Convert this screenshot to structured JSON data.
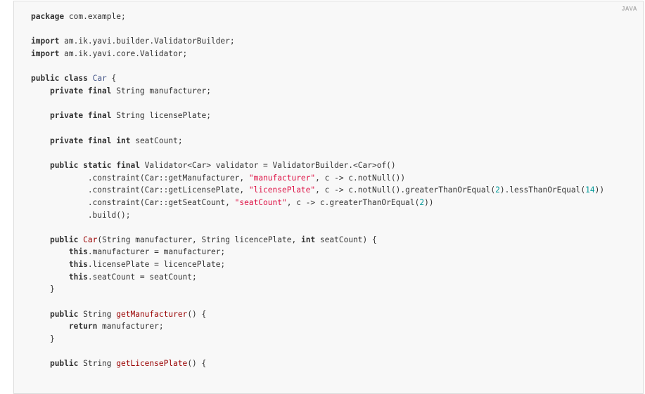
{
  "language_label": "JAVA",
  "colors": {
    "keyword": "#333333",
    "class": "#445588",
    "method": "#990000",
    "string": "#dd1144",
    "number": "#009999",
    "background": "#f8f8f8"
  },
  "code_lines": [
    [
      [
        "kw",
        "package"
      ],
      [
        "t",
        " com.example;"
      ]
    ],
    [],
    [
      [
        "kw",
        "import"
      ],
      [
        "t",
        " am.ik.yavi.builder.ValidatorBuilder;"
      ]
    ],
    [
      [
        "kw",
        "import"
      ],
      [
        "t",
        " am.ik.yavi.core.Validator;"
      ]
    ],
    [],
    [
      [
        "kw",
        "public class"
      ],
      [
        "t",
        " "
      ],
      [
        "cls",
        "Car"
      ],
      [
        "t",
        " {"
      ]
    ],
    [
      [
        "t",
        "    "
      ],
      [
        "kw",
        "private final"
      ],
      [
        "t",
        " String manufacturer;"
      ]
    ],
    [],
    [
      [
        "t",
        "    "
      ],
      [
        "kw",
        "private final"
      ],
      [
        "t",
        " String licensePlate;"
      ]
    ],
    [],
    [
      [
        "t",
        "    "
      ],
      [
        "kw",
        "private final int"
      ],
      [
        "t",
        " seatCount;"
      ]
    ],
    [],
    [
      [
        "t",
        "    "
      ],
      [
        "kw",
        "public static final"
      ],
      [
        "t",
        " Validator<Car> validator = ValidatorBuilder.<Car>of()"
      ]
    ],
    [
      [
        "t",
        "            .constraint(Car::getManufacturer, "
      ],
      [
        "str",
        "\"manufacturer\""
      ],
      [
        "t",
        ", c -> c.notNull())"
      ]
    ],
    [
      [
        "t",
        "            .constraint(Car::getLicensePlate, "
      ],
      [
        "str",
        "\"licensePlate\""
      ],
      [
        "t",
        ", c -> c.notNull().greaterThanOrEqual("
      ],
      [
        "num",
        "2"
      ],
      [
        "t",
        ").lessThanOrEqual("
      ],
      [
        "num",
        "14"
      ],
      [
        "t",
        "))"
      ]
    ],
    [
      [
        "t",
        "            .constraint(Car::getSeatCount, "
      ],
      [
        "str",
        "\"seatCount\""
      ],
      [
        "t",
        ", c -> c.greaterThanOrEqual("
      ],
      [
        "num",
        "2"
      ],
      [
        "t",
        "))"
      ]
    ],
    [
      [
        "t",
        "            .build();"
      ]
    ],
    [],
    [
      [
        "t",
        "    "
      ],
      [
        "kw",
        "public"
      ],
      [
        "t",
        " "
      ],
      [
        "fn",
        "Car"
      ],
      [
        "t",
        "(String manufacturer, String licencePlate, "
      ],
      [
        "kw",
        "int"
      ],
      [
        "t",
        " seatCount) {"
      ]
    ],
    [
      [
        "t",
        "        "
      ],
      [
        "kw",
        "this"
      ],
      [
        "t",
        ".manufacturer = manufacturer;"
      ]
    ],
    [
      [
        "t",
        "        "
      ],
      [
        "kw",
        "this"
      ],
      [
        "t",
        ".licensePlate = licencePlate;"
      ]
    ],
    [
      [
        "t",
        "        "
      ],
      [
        "kw",
        "this"
      ],
      [
        "t",
        ".seatCount = seatCount;"
      ]
    ],
    [
      [
        "t",
        "    }"
      ]
    ],
    [],
    [
      [
        "t",
        "    "
      ],
      [
        "kw",
        "public"
      ],
      [
        "t",
        " String "
      ],
      [
        "fn",
        "getManufacturer"
      ],
      [
        "t",
        "() {"
      ]
    ],
    [
      [
        "t",
        "        "
      ],
      [
        "kw",
        "return"
      ],
      [
        "t",
        " manufacturer;"
      ]
    ],
    [
      [
        "t",
        "    }"
      ]
    ],
    [],
    [
      [
        "t",
        "    "
      ],
      [
        "kw",
        "public"
      ],
      [
        "t",
        " String "
      ],
      [
        "fn",
        "getLicensePlate"
      ],
      [
        "t",
        "() {"
      ]
    ]
  ]
}
